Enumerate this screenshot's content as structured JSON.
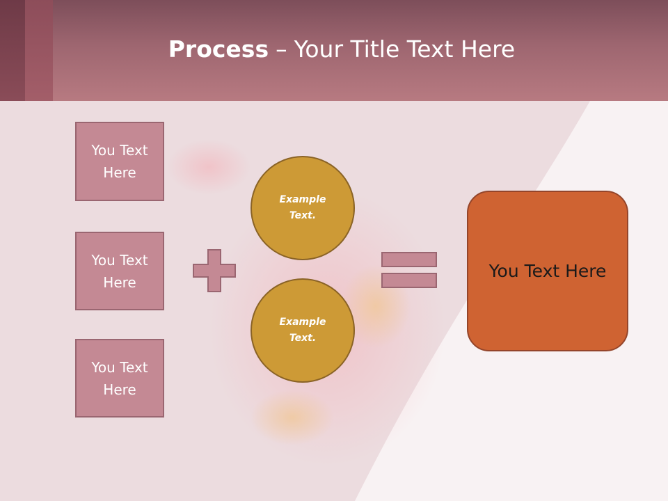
{
  "title": {
    "bold": "Process",
    "dash": "–",
    "rest": "Your Title Text Here"
  },
  "inputs": [
    {
      "label": "You Text Here"
    },
    {
      "label": "You Text Here"
    },
    {
      "label": "You Text Here"
    }
  ],
  "operators": {
    "plus": "plus-sign",
    "equals": "equals-sign"
  },
  "circles": [
    {
      "label": "Example Text."
    },
    {
      "label": "Example Text."
    }
  ],
  "result": {
    "label": "You Text Here"
  },
  "colors": {
    "header": "#b77a81",
    "box_fill": "#c48994",
    "circle_fill": "#cd9a36",
    "result_fill": "#cf6332",
    "operator_fill": "#c48994"
  }
}
